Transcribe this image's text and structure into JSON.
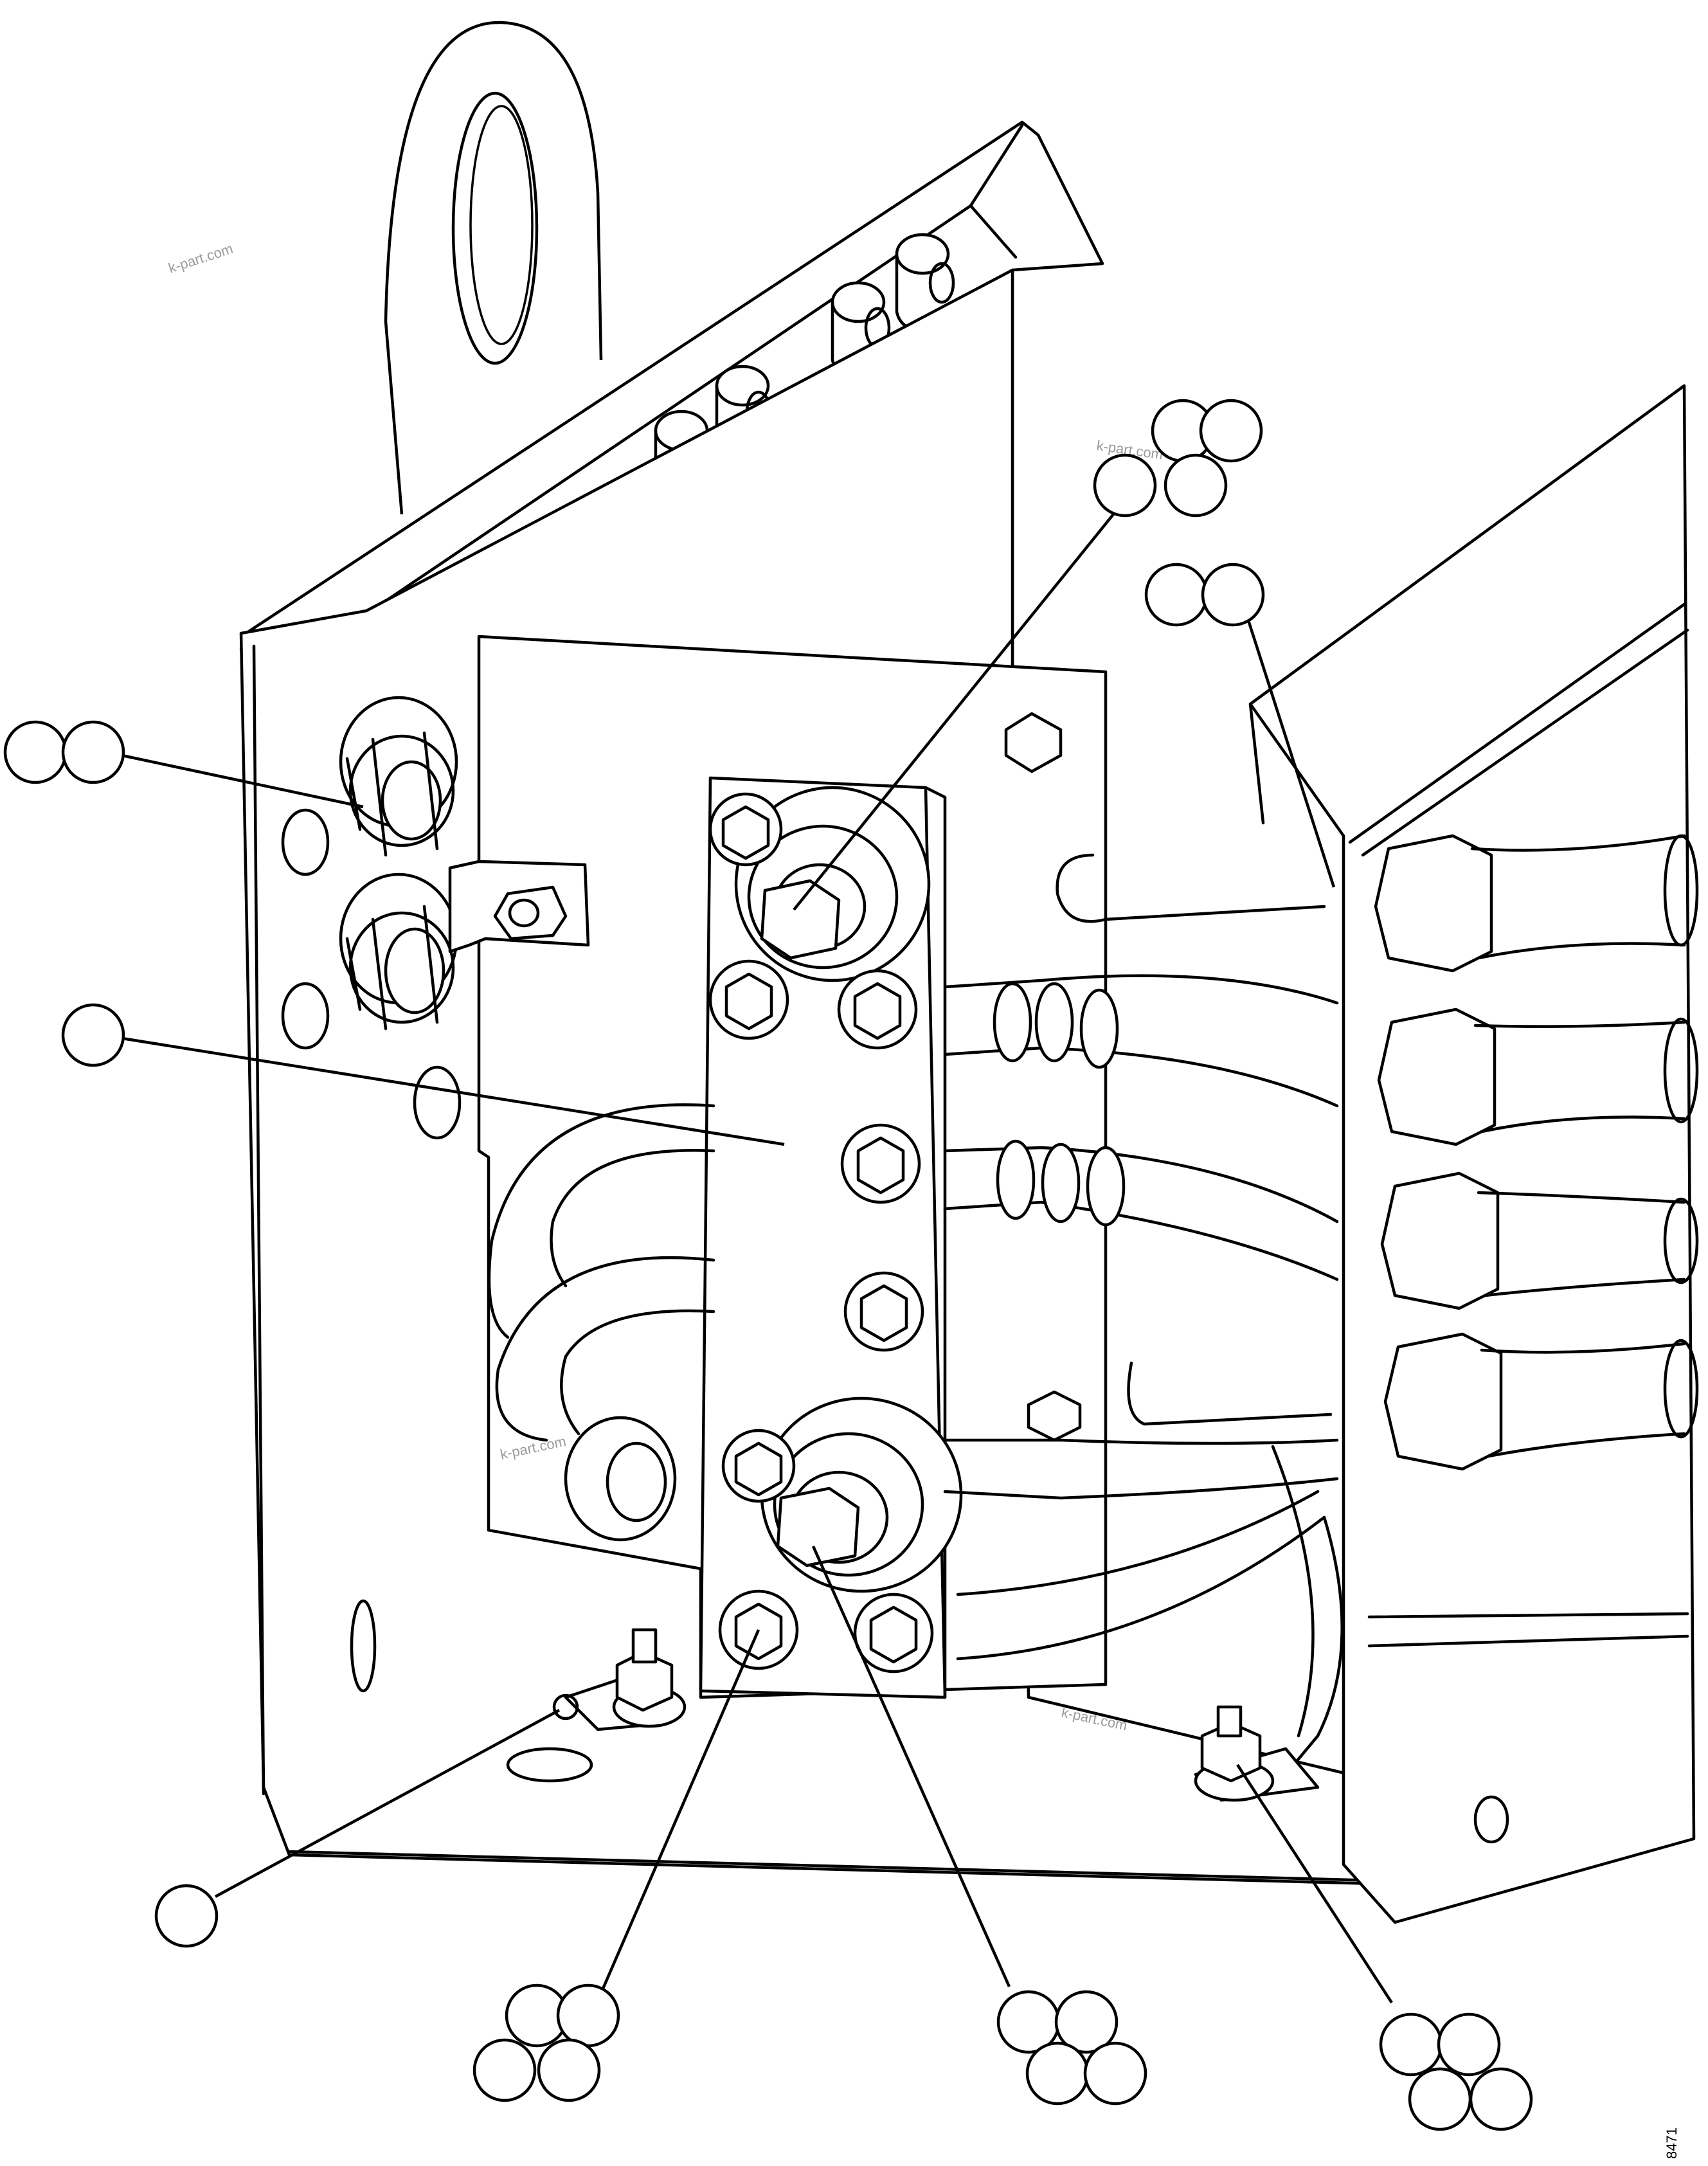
{
  "watermarks": [
    "k-part.com",
    "k-part.com",
    "k-part.com",
    "k-part.com"
  ],
  "figure_code": "8471",
  "callout_groups": [
    {
      "id": "center-top",
      "circles": 4,
      "label": ""
    },
    {
      "id": "right-top",
      "circles": 2,
      "label": ""
    },
    {
      "id": "left-upper",
      "circles": 2,
      "label": ""
    },
    {
      "id": "left-middle",
      "circles": 1,
      "label": ""
    },
    {
      "id": "bottom-left",
      "circles": 1,
      "label": ""
    },
    {
      "id": "bottom-mid-left",
      "circles": 4,
      "label": ""
    },
    {
      "id": "bottom-mid-right",
      "circles": 4,
      "label": ""
    },
    {
      "id": "bottom-right",
      "circles": 4,
      "label": ""
    }
  ]
}
